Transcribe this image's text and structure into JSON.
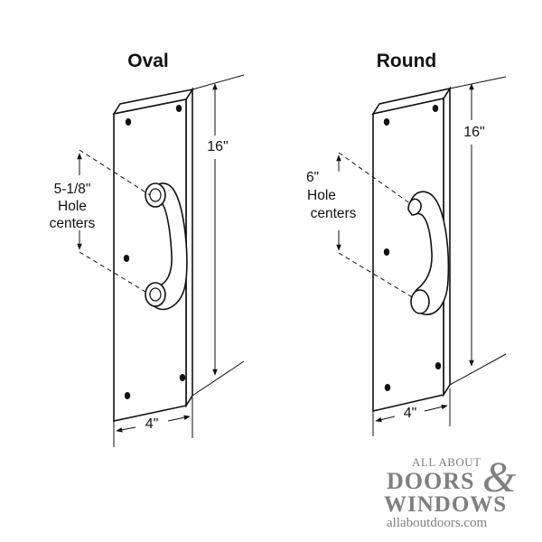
{
  "diagrams": [
    {
      "title": "Oval",
      "height_label": "16\"",
      "width_label": "4\"",
      "hole_label_lines": [
        "5-1/8\"",
        "Hole",
        "centers"
      ]
    },
    {
      "title": "Round",
      "height_label": "16\"",
      "width_label": "4\"",
      "hole_label_lines": [
        "6\"",
        "Hole",
        "centers"
      ]
    }
  ],
  "watermark": {
    "line1": "ALL ABOUT",
    "line2": "DOORS",
    "ampersand": "&",
    "line3": "WINDOWS",
    "url": "allaboutdoors.com"
  },
  "colors": {
    "line": "#111111",
    "watermark": "#7f7f7f"
  }
}
